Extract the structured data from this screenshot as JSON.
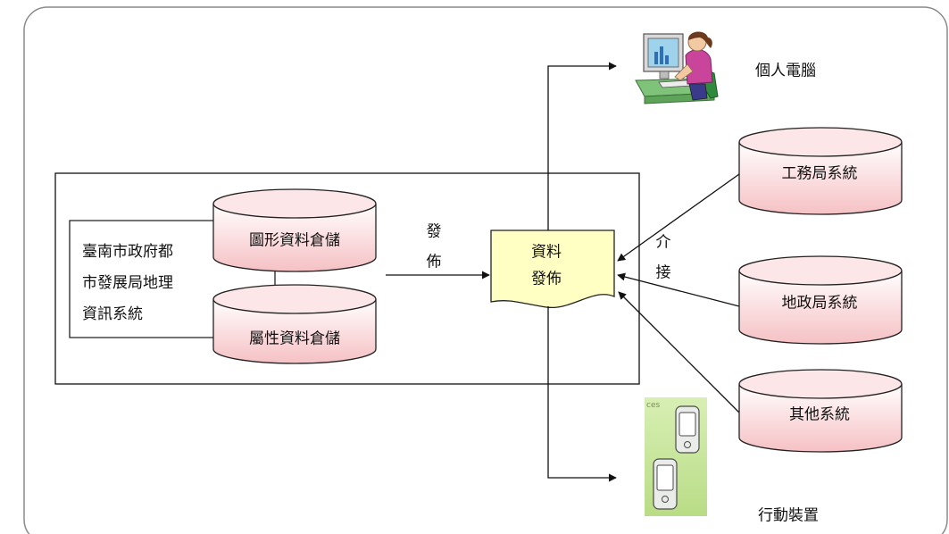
{
  "diagram": {
    "gis_system_label": [
      "臺南市政府都",
      "市發展局地理",
      "資訊系統"
    ],
    "graphic_store": "圖形資料倉儲",
    "attribute_store": "屬性資料倉儲",
    "publish_arrow_label": [
      "發",
      "佈"
    ],
    "publish_doc": [
      "資料",
      "發佈"
    ],
    "interface_label": [
      "介",
      "接"
    ],
    "public_works_system": "工務局系統",
    "land_admin_system": "地政局系統",
    "other_systems": "其他系統",
    "personal_computer": "個人電腦",
    "mobile_devices": "行動裝置",
    "mobile_image_text": "ces",
    "colors": {
      "cylinder_fill": "#fad3d5",
      "cylinder_stroke": "#222222",
      "document_fill": "#ffffc4",
      "mobile_bg": "#cbe6a1",
      "frame_stroke": "#8a8a8a"
    }
  }
}
